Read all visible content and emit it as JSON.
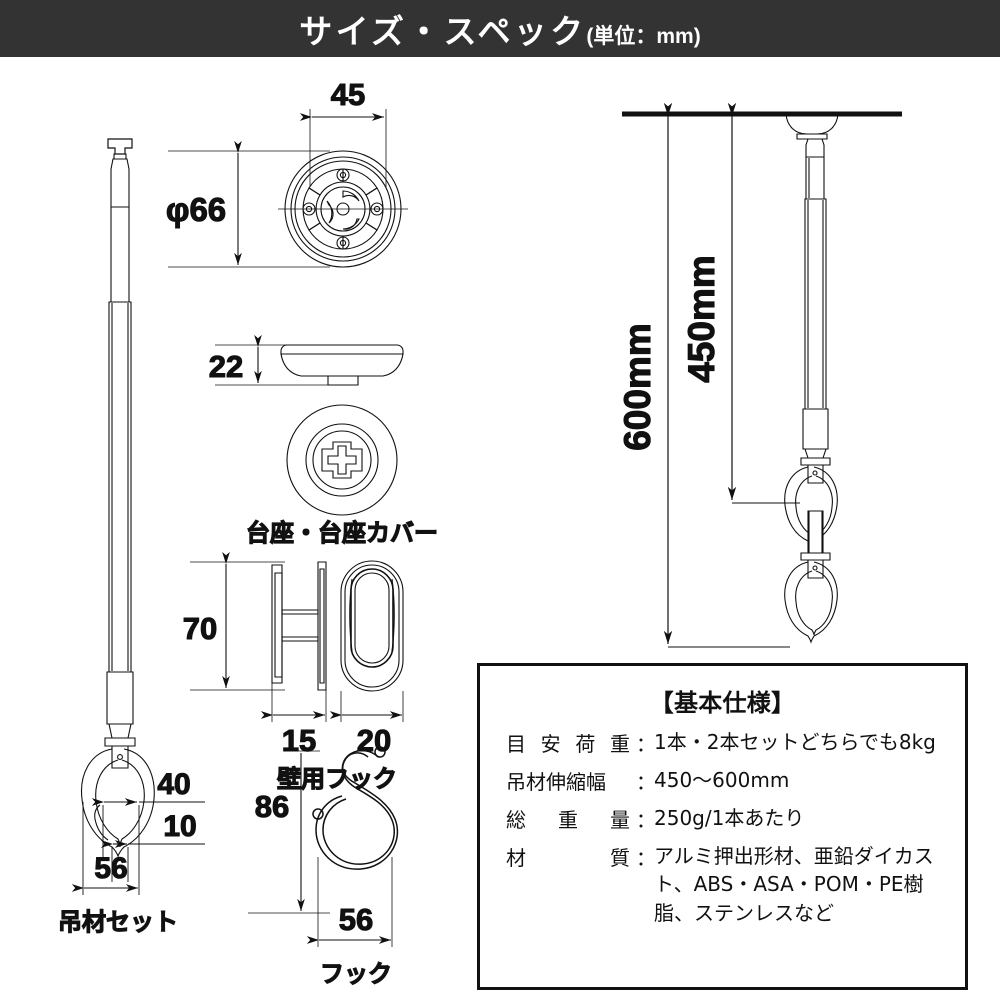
{
  "header": {
    "title_main": "サイズ・スペック",
    "title_unit": "(単位：mm)"
  },
  "diagrams": {
    "rod_set": {
      "caption": "吊材セット",
      "dims": [
        "40",
        "10",
        "56"
      ]
    },
    "base_plate": {
      "caption": "台座・台座カバー",
      "dim_width": "45",
      "dim_diameter": "φ66",
      "dim_thickness": "22"
    },
    "wall_hook": {
      "caption": "壁用フック",
      "dim_height": "70",
      "dim_plate_depth": "15",
      "dim_hook_width": "20"
    },
    "s_hook": {
      "caption": "フック",
      "dim_height": "86",
      "dim_width": "56"
    },
    "ceiling_install": {
      "dim_max": "600mm",
      "dim_min": "450mm"
    }
  },
  "spec": {
    "title": "【基本仕様】",
    "rows": [
      {
        "label_chars": "目安荷重",
        "value": "1本・2本セットどちらでも8kg"
      },
      {
        "label_chars": "吊材伸縮幅",
        "value": "450〜600mm"
      },
      {
        "label_chars": "総重量",
        "value": "250g/1本あたり"
      },
      {
        "label_chars": "材質",
        "value": "アルミ押出形材、亜鉛ダイカスト、ABS・ASA・POM・PE樹脂、ステンレスなど"
      }
    ],
    "colon": "："
  },
  "colors": {
    "header_bg": "#333333",
    "header_text": "#ffffff",
    "line": "#111111",
    "page_bg": "#ffffff"
  }
}
